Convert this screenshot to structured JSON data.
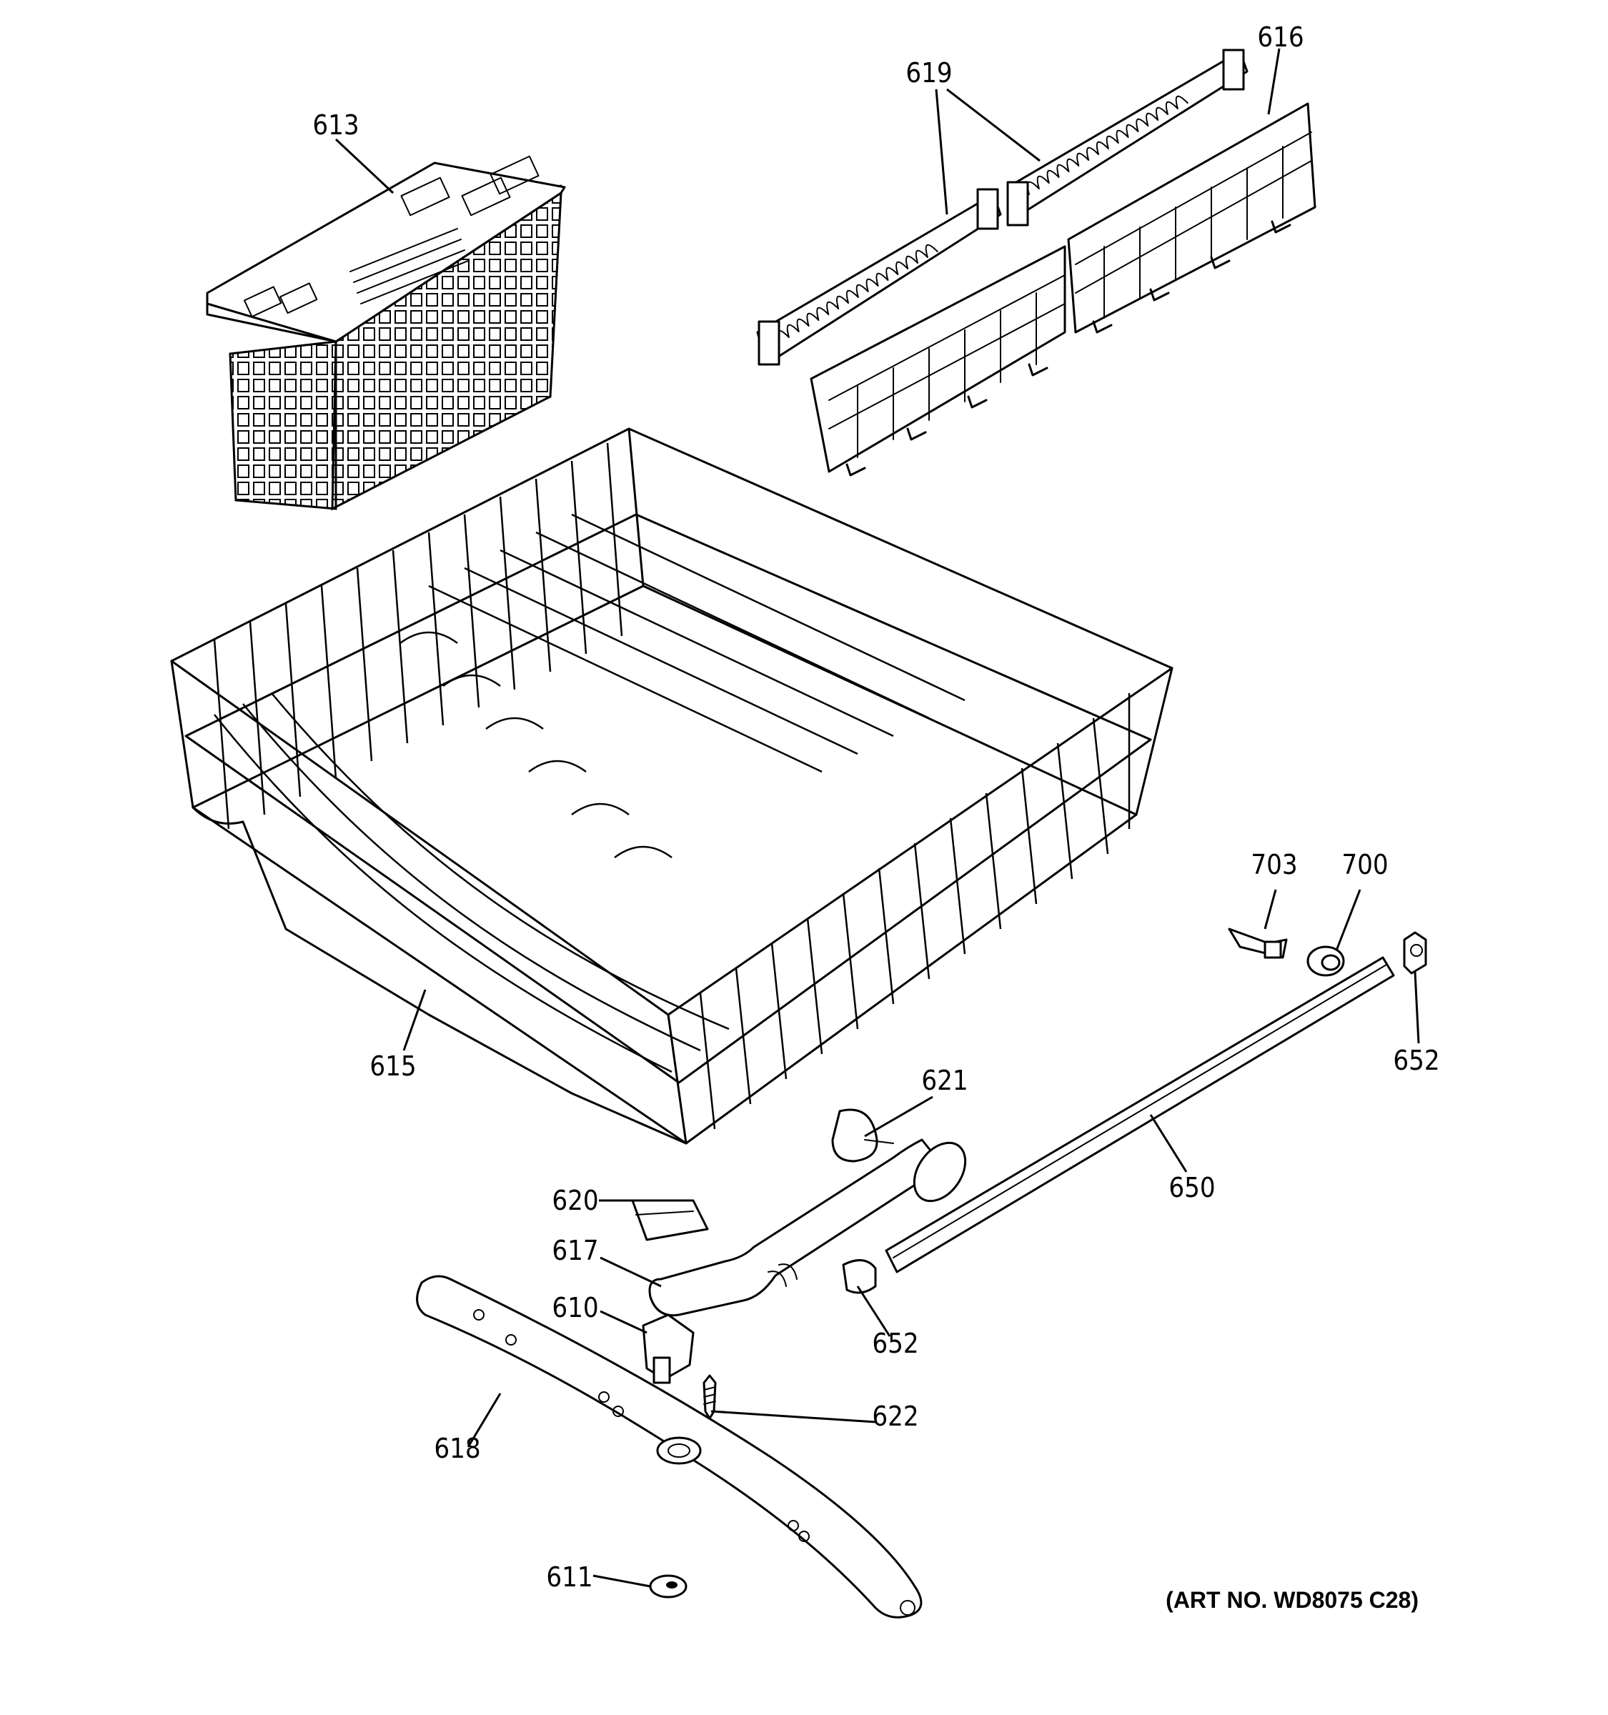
{
  "diagram": {
    "art_number": "(ART NO. WD8075 C28)",
    "callouts": {
      "c613": "613",
      "c619": "619",
      "c616": "616",
      "c615": "615",
      "c703": "703",
      "c700": "700",
      "c652a": "652",
      "c621": "621",
      "c650": "650",
      "c620": "620",
      "c617": "617",
      "c652b": "652",
      "c610": "610",
      "c622": "622",
      "c618": "618",
      "c611": "611"
    }
  }
}
